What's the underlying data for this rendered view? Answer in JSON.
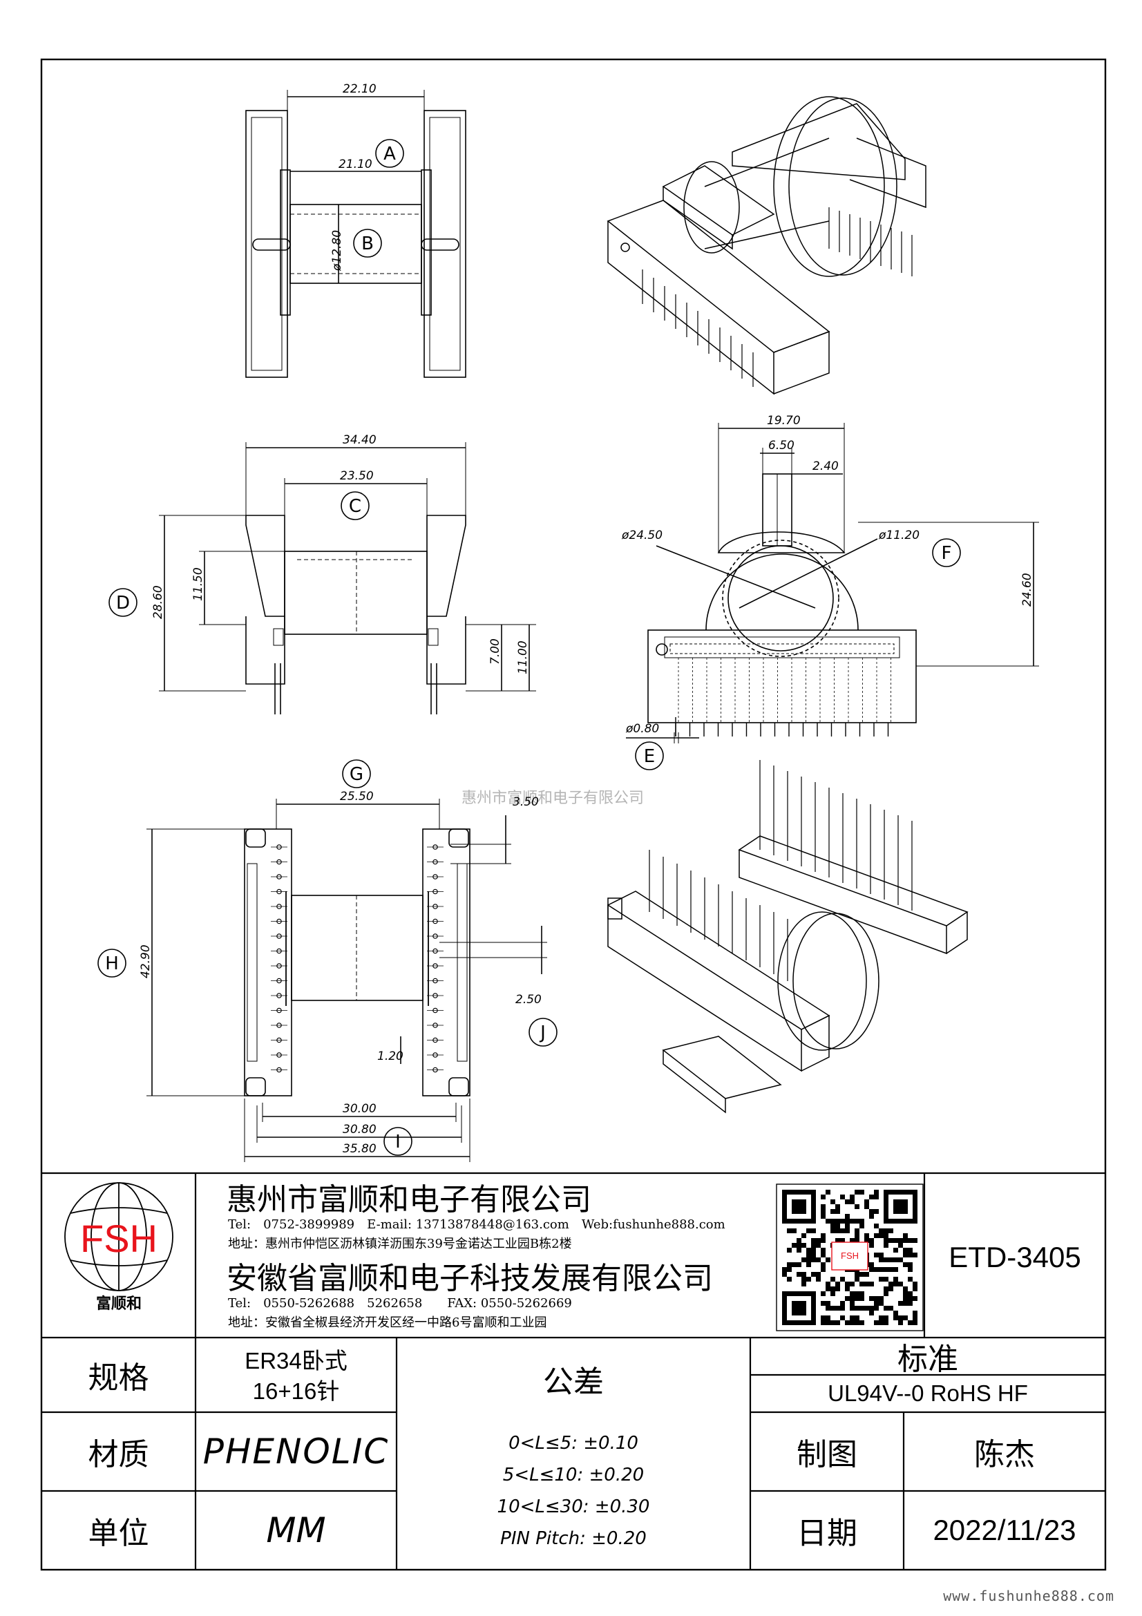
{
  "drawing": {
    "balloons": {
      "A": "A",
      "B": "B",
      "C": "C",
      "D": "D",
      "E": "E",
      "F": "F",
      "G": "G",
      "H": "H",
      "I": "I",
      "J": "J"
    },
    "dims": {
      "top_22_10": "22.10",
      "top_21_10": "21.10",
      "top_d12_80": "ø12.80",
      "front_34_40": "34.40",
      "front_23_50": "23.50",
      "front_28_60": "28.60",
      "front_11_50": "11.50",
      "front_7_00": "7.00",
      "front_11_00": "11.00",
      "side_19_70": "19.70",
      "side_6_50": "6.50",
      "side_2_40": "2.40",
      "side_d24_50": "ø24.50",
      "side_d11_20": "ø11.20",
      "side_24_60": "24.60",
      "side_d0_80": "ø0.80",
      "bot_25_50": "25.50",
      "bot_3_50": "3.50",
      "bot_42_90": "42.90",
      "bot_2_50": "2.50",
      "bot_1_20": "1.20",
      "bot_30_00": "30.00",
      "bot_30_80": "30.80",
      "bot_35_80": "35.80"
    },
    "watermark": "惠州市富顺和电子有限公司"
  },
  "title_block": {
    "logo_text": "FSH",
    "logo_caption": "富顺和",
    "company1": "惠州市富顺和电子有限公司",
    "company1_contact": "Tel:　0752-3899989　E-mail: 13713878448@163.com　Web:fushunhe888.com",
    "company1_address": "地址：惠州市仲恺区沥林镇洋沥围东39号金诺达工业园B栋2楼",
    "company2": "安徽省富顺和电子科技发展有限公司",
    "company2_contact": "Tel:　0550-5262688　5262658　　FAX: 0550-5262669",
    "company2_address": "地址：安徽省全椒县经济开发区经一中路6号富顺和工业园",
    "qr_badge": "FSH",
    "part_number": "ETD-3405",
    "spec_label": "规格",
    "spec_value_line1": "ER34卧式",
    "spec_value_line2": "16+16针",
    "material_label": "材质",
    "material_value": "PHENOLIC",
    "unit_label": "单位",
    "unit_value": "MM",
    "tolerance_label": "公差",
    "tolerance_lines": [
      "0<L≤5: ±0.10",
      "5<L≤10: ±0.20",
      "10<L≤30: ±0.30",
      "PIN Pitch: ±0.20"
    ],
    "standard_label": "标准",
    "standard_value": "UL94V--0  RoHS HF",
    "drawn_label": "制图",
    "drawn_value": "陈杰",
    "date_label": "日期",
    "date_value": "2022/11/23"
  },
  "footer_url": "www.fushunhe888.com",
  "colors": {
    "logo_red": "#e8141c",
    "line": "#000000",
    "watermark": "#b5b5b5"
  }
}
